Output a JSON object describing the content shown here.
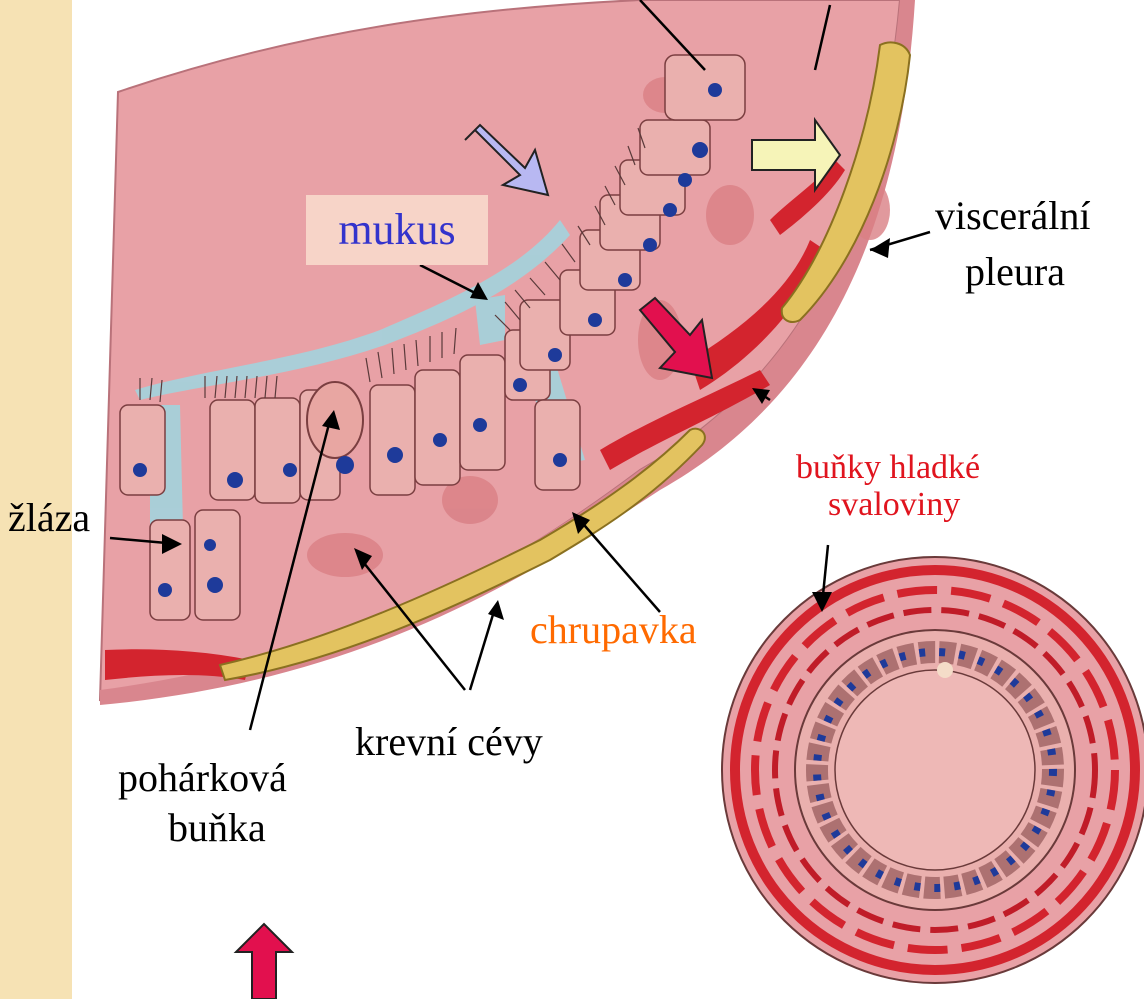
{
  "labels": {
    "mukus": "mukus",
    "visceralni": "viscerální",
    "pleura": "pleura",
    "svaloviny_1": "buňky hladké",
    "svaloviny_2": "svaloviny",
    "zlaza": "žláza",
    "chrupavka": "chrupavka",
    "krevni_cevy": "krevní cévy",
    "poharkova": "pohárková",
    "bunka": "buňka"
  },
  "colors": {
    "page_strip": "#f6e2b4",
    "tissue": "#e8a1a6",
    "tissue_dark": "#d9868e",
    "epithelium": "#eab0ae",
    "nucleus": "#1e3a9a",
    "mucus": "#9fd6e0",
    "cartilage": "#e3c360",
    "muscle": "#d3242e",
    "label_mukus": "#3333cc",
    "label_muscle": "#e0141e",
    "label_cartilage": "#ff6a00",
    "arrow_blue": "#b8b8f2",
    "arrow_yellow": "#f6f4b8",
    "arrow_magenta": "#e2104e"
  }
}
